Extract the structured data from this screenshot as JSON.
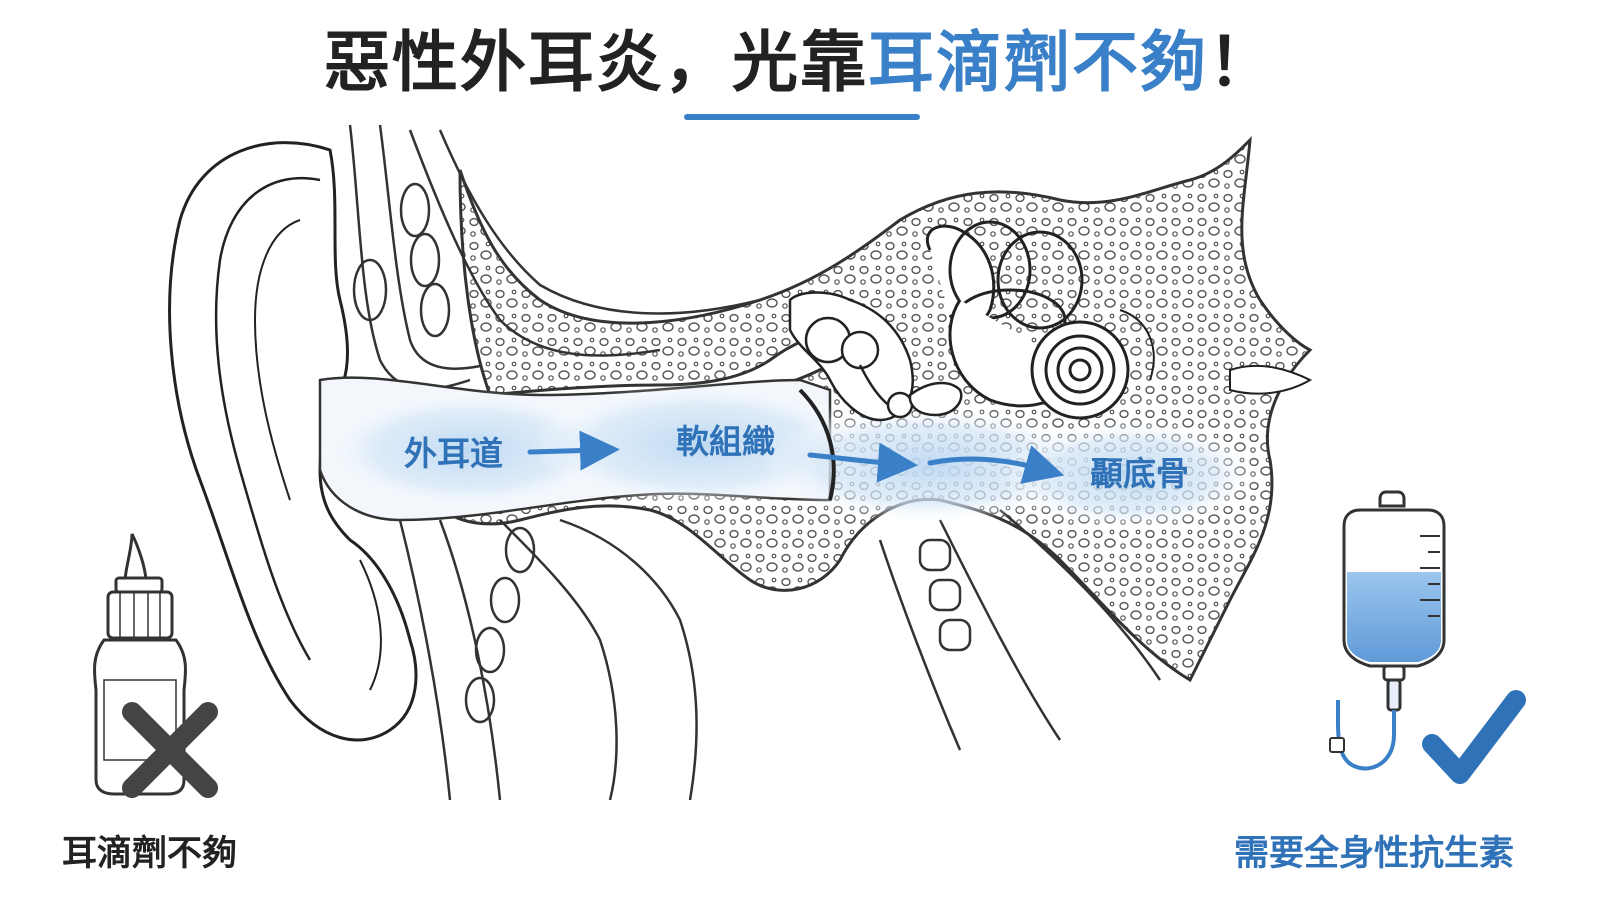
{
  "title": {
    "part1": "惡性外耳炎，",
    "part2": "光靠",
    "part3": "耳滴劑不夠",
    "part4": "！"
  },
  "labels": {
    "ear_canal": "外耳道",
    "soft_tissue": "軟組織",
    "temporal_bone": "顳底骨"
  },
  "captions": {
    "left": "耳滴劑不夠",
    "right": "需要全身性抗生素"
  },
  "icons": {
    "left": "ear-drop-bottle-icon",
    "left_mark": "cross-mark-icon",
    "right": "iv-bag-icon",
    "right_mark": "check-mark-icon"
  },
  "colors": {
    "accent": "#3a80c8",
    "infection_glow": "#bcd8f2",
    "text": "#222222"
  }
}
